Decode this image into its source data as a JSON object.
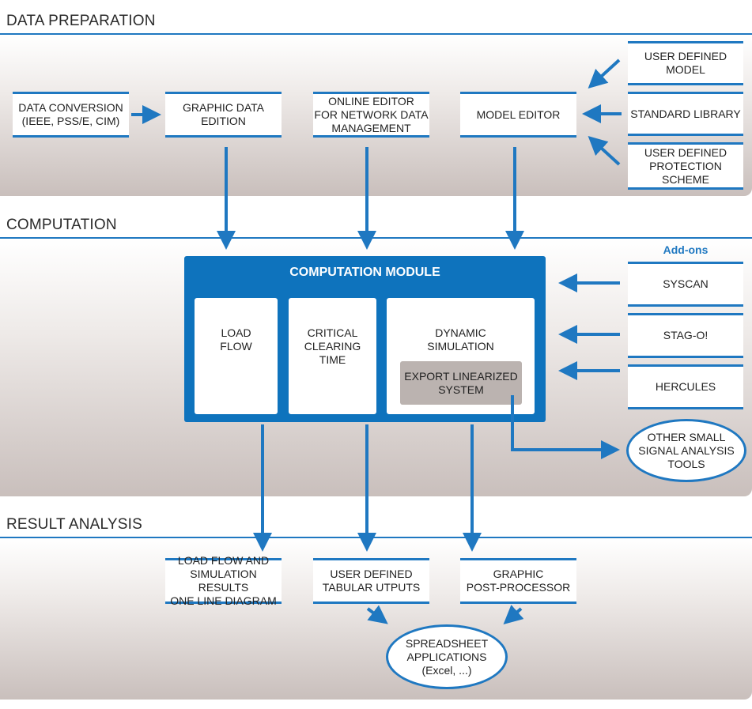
{
  "sections": {
    "preparation": "DATA PREPARATION",
    "computation": "COMPUTATION",
    "results": "RESULT ANALYSIS"
  },
  "preparation": {
    "data_conversion": "DATA CONVERSION\n(IEEE, PSS/E, CIM)",
    "graphic_data_edition": "GRAPHIC DATA\nEDITION",
    "online_editor": "ONLINE EDITOR\nFOR NETWORK DATA\nMANAGEMENT",
    "model_editor": "MODEL EDITOR",
    "user_defined_model": "USER DEFINED\nMODEL",
    "standard_library": "STANDARD LIBRARY",
    "user_defined_protection": "USER DEFINED\nPROTECTION\nSCHEME"
  },
  "computation": {
    "module_title": "COMPUTATION MODULE",
    "load_flow": "LOAD\nFLOW",
    "critical_clearing_time": "CRITICAL\nCLEARING\nTIME",
    "dynamic_simulation": "DYNAMIC\nSIMULATION",
    "export_linearized": "EXPORT LINEARIZED\nSYSTEM",
    "addons_label": "Add-ons",
    "syscan": "SYSCAN",
    "stag_o": "STAG-O!",
    "hercules": "HERCULES",
    "other_small_signal": "OTHER SMALL\nSIGNAL ANALYSIS\nTOOLS"
  },
  "results": {
    "load_flow_results": "LOAD FLOW AND\nSIMULATION RESULTS\nONE LINE DIAGRAM",
    "user_defined_tabular": "USER DEFINED\nTABULAR UTPUTS",
    "graphic_post_processor": "GRAPHIC\nPOST-PROCESSOR",
    "spreadsheet": "SPREADSHEET\nAPPLICATIONS\n(Excel, ...)"
  },
  "colors": {
    "accent": "#1f78c1",
    "module": "#0e73bd",
    "export_box": "#bbb3b0"
  }
}
